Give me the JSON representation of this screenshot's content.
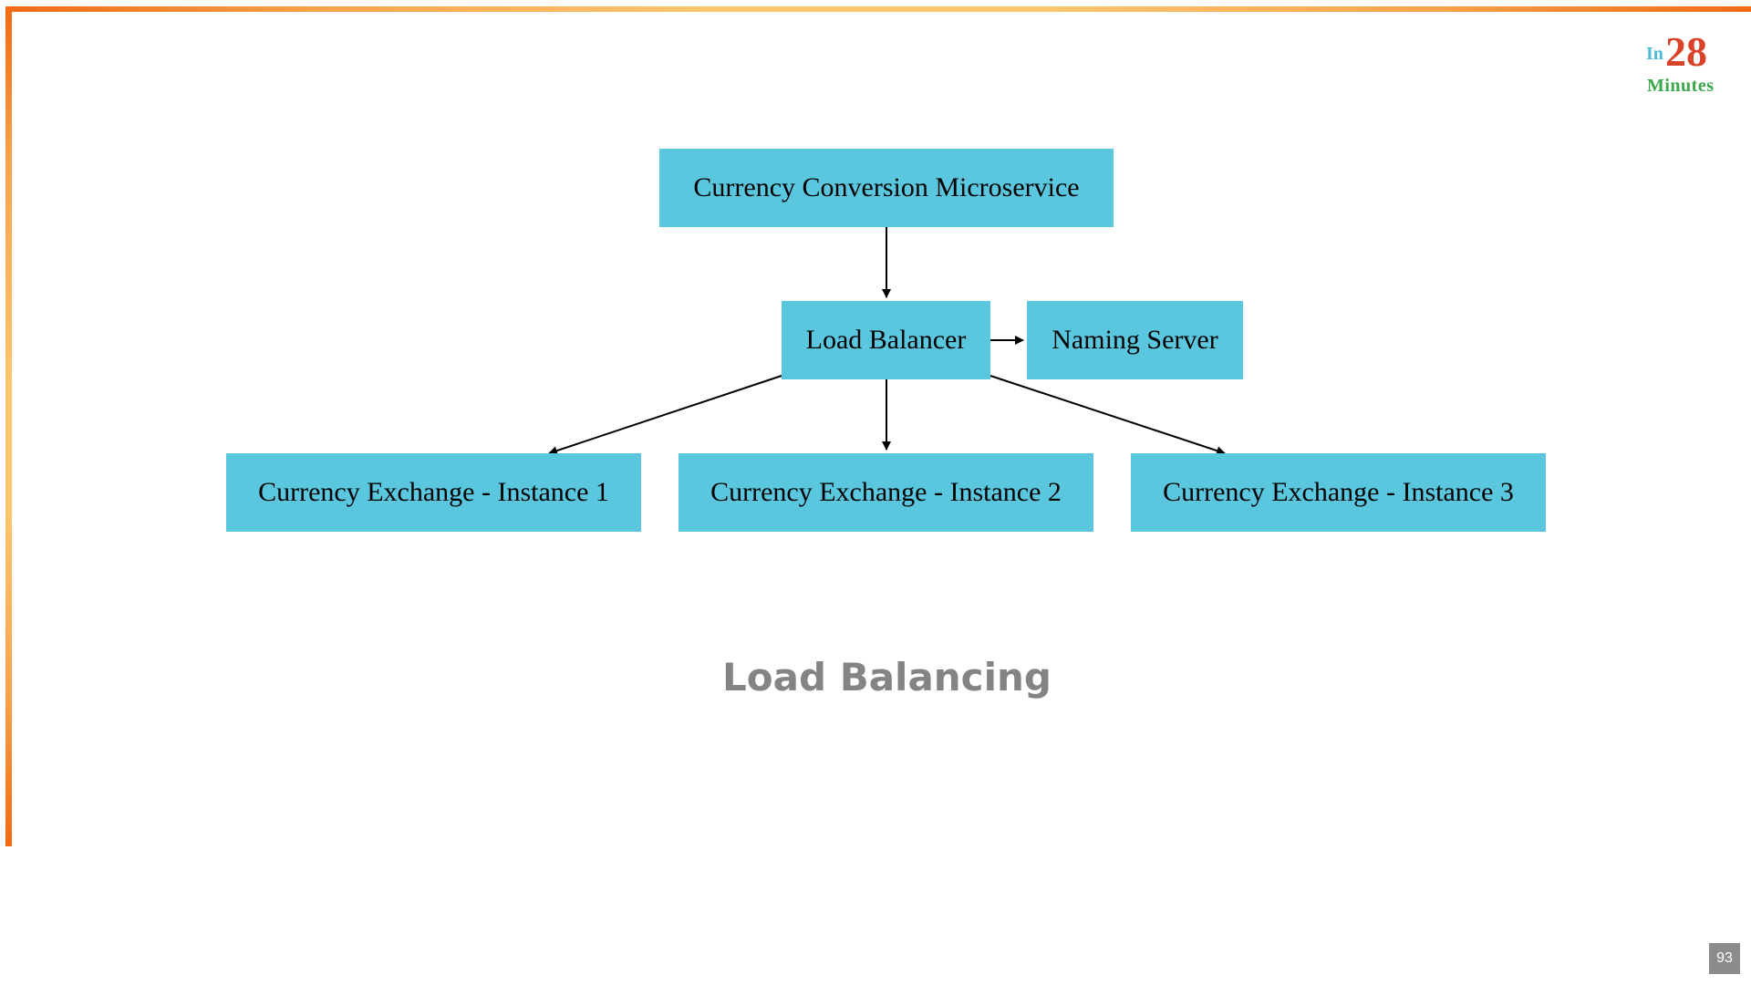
{
  "logo": {
    "prefix": "In",
    "number": "28",
    "suffix": "Minutes"
  },
  "diagram": {
    "nodes": {
      "conversion": "Currency Conversion Microservice",
      "load_balancer": "Load Balancer",
      "naming_server": "Naming Server",
      "instance_1": "Currency Exchange - Instance 1",
      "instance_2": "Currency Exchange - Instance 2",
      "instance_3": "Currency Exchange - Instance 3"
    },
    "edges": [
      {
        "from": "conversion",
        "to": "load_balancer"
      },
      {
        "from": "load_balancer",
        "to": "naming_server"
      },
      {
        "from": "load_balancer",
        "to": "instance_1"
      },
      {
        "from": "load_balancer",
        "to": "instance_2"
      },
      {
        "from": "load_balancer",
        "to": "instance_3"
      }
    ]
  },
  "caption": "Load Balancing",
  "page_number": "93",
  "colors": {
    "node_fill": "#5bc7df",
    "frame_accent": "#f26a12",
    "frame_light": "#fcc56f",
    "caption": "#848484"
  }
}
